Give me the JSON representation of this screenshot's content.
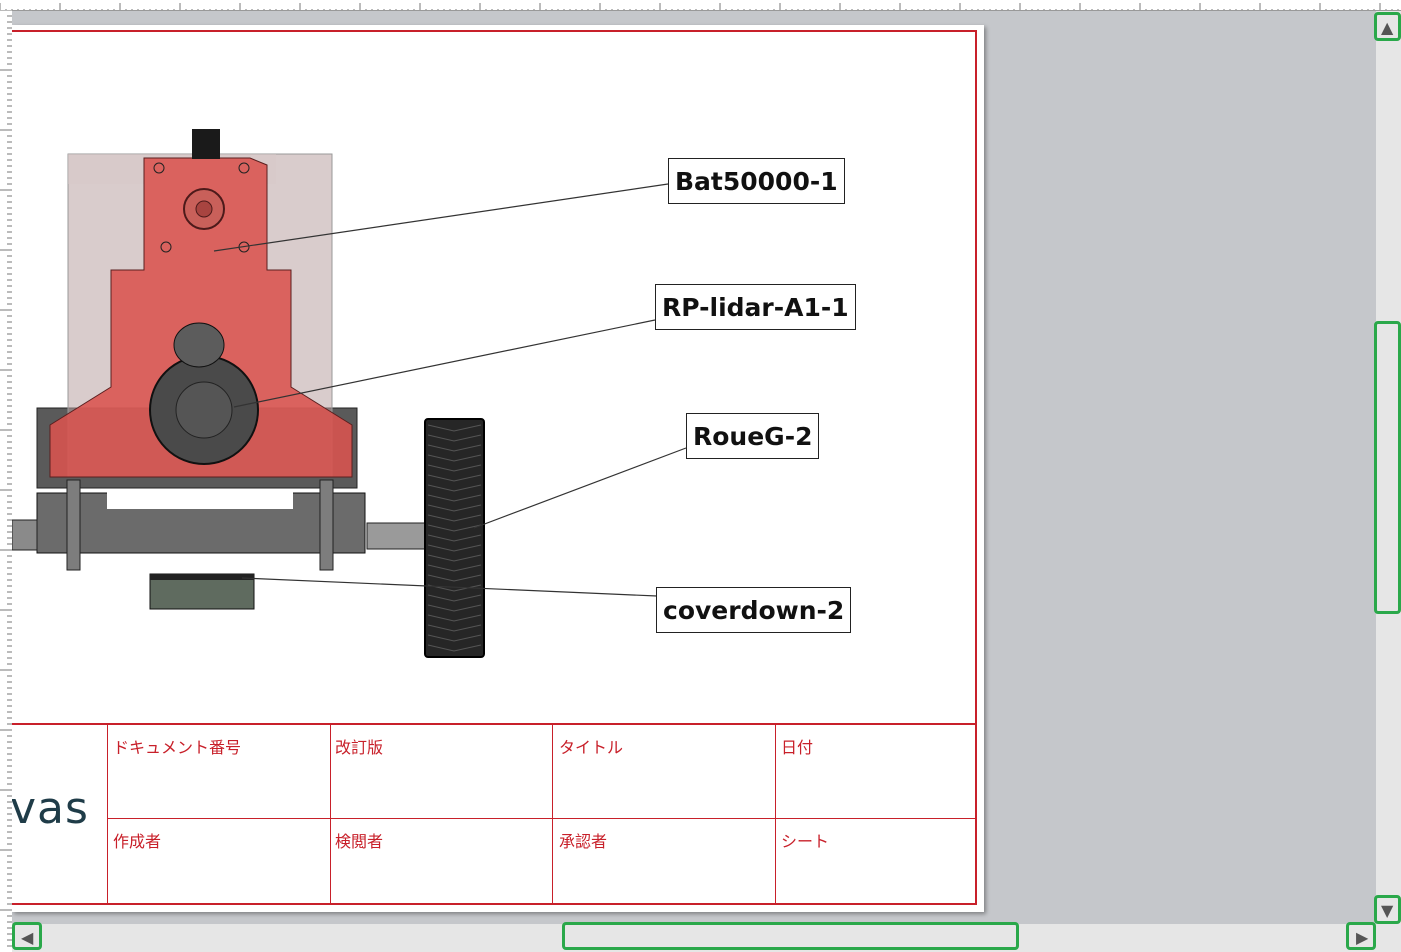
{
  "callouts": {
    "bat": "Bat50000-1",
    "lidar": "RP-lidar-A1-1",
    "roue": "RoueG-2",
    "cover": "coverdown-2"
  },
  "title_block": {
    "doc_number": "ドキュメント番号",
    "revision": "改訂版",
    "title": "タイトル",
    "date": "日付",
    "author": "作成者",
    "reviewer": "検閲者",
    "approver": "承認者",
    "sheet": "シート"
  },
  "logo_text": "vas",
  "icons": {
    "scroll_up": "triangle-up-icon",
    "scroll_down": "triangle-down-icon",
    "scroll_left": "triangle-left-icon",
    "scroll_right": "triangle-right-icon"
  },
  "colors": {
    "frame": "#c8202a",
    "highlight": "#2aa84a",
    "canvas": "#c5c7cb",
    "logo": "#1f3c48"
  }
}
